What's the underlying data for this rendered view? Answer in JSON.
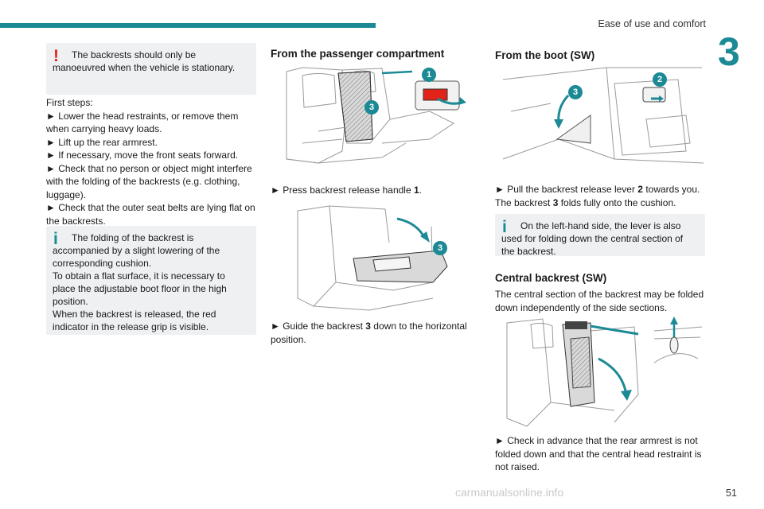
{
  "header": {
    "section_title": "Ease of use and comfort",
    "chapter_number": "3"
  },
  "col1": {
    "warning": "The backrests should only be manoeuvred when the vehicle is stationary.",
    "first_steps_title": "First steps:",
    "steps": [
      "► Lower the head restraints, or remove them when carrying heavy loads.",
      "► Lift up the rear armrest.",
      "► If necessary, move the front seats forward.",
      "► Check that no person or object might interfere with the folding of the backrests (e.g. clothing, luggage).",
      "► Check that the outer seat belts are lying flat on the backrests."
    ],
    "info_lines": [
      "The folding of the backrest is accompanied by a slight lowering of the corresponding cushion.",
      "To obtain a flat surface, it is necessary to place the adjustable boot floor in the high position.",
      "When the backrest is released, the red indicator in the release grip is visible."
    ]
  },
  "col2": {
    "heading": "From the passenger compartment",
    "fig1_callouts": [
      "1",
      "3"
    ],
    "step1_prefix": "► Press backrest release handle ",
    "step1_bold": "1",
    "step1_suffix": ".",
    "fig2_callouts": [
      "3"
    ],
    "step2_prefix": "► Guide the backrest ",
    "step2_bold": "3",
    "step2_suffix": " down to the horizontal position."
  },
  "col3": {
    "heading": "From the boot (SW)",
    "fig1_callouts": [
      "3",
      "2"
    ],
    "step1_prefix": "► Pull the backrest release lever ",
    "step1_bold": "2",
    "step1_suffix": " towards you.",
    "step2_prefix": "The backrest ",
    "step2_bold": "3",
    "step2_suffix": " folds fully onto the cushion.",
    "info": "On the left-hand side, the lever is also used for folding down the central section of the backrest.",
    "heading2": "Central backrest (SW)",
    "central_text": "The central section of the backrest may be folded down independently of the side sections.",
    "step3": "► Check in advance that the rear armrest is not folded down and that the central head restraint is not raised."
  },
  "footer": {
    "page_number": "51",
    "watermark": "carmanualsonline.info"
  },
  "colors": {
    "accent": "#1b8a95",
    "warning": "#e2231a",
    "box_bg": "#eef0f1"
  }
}
